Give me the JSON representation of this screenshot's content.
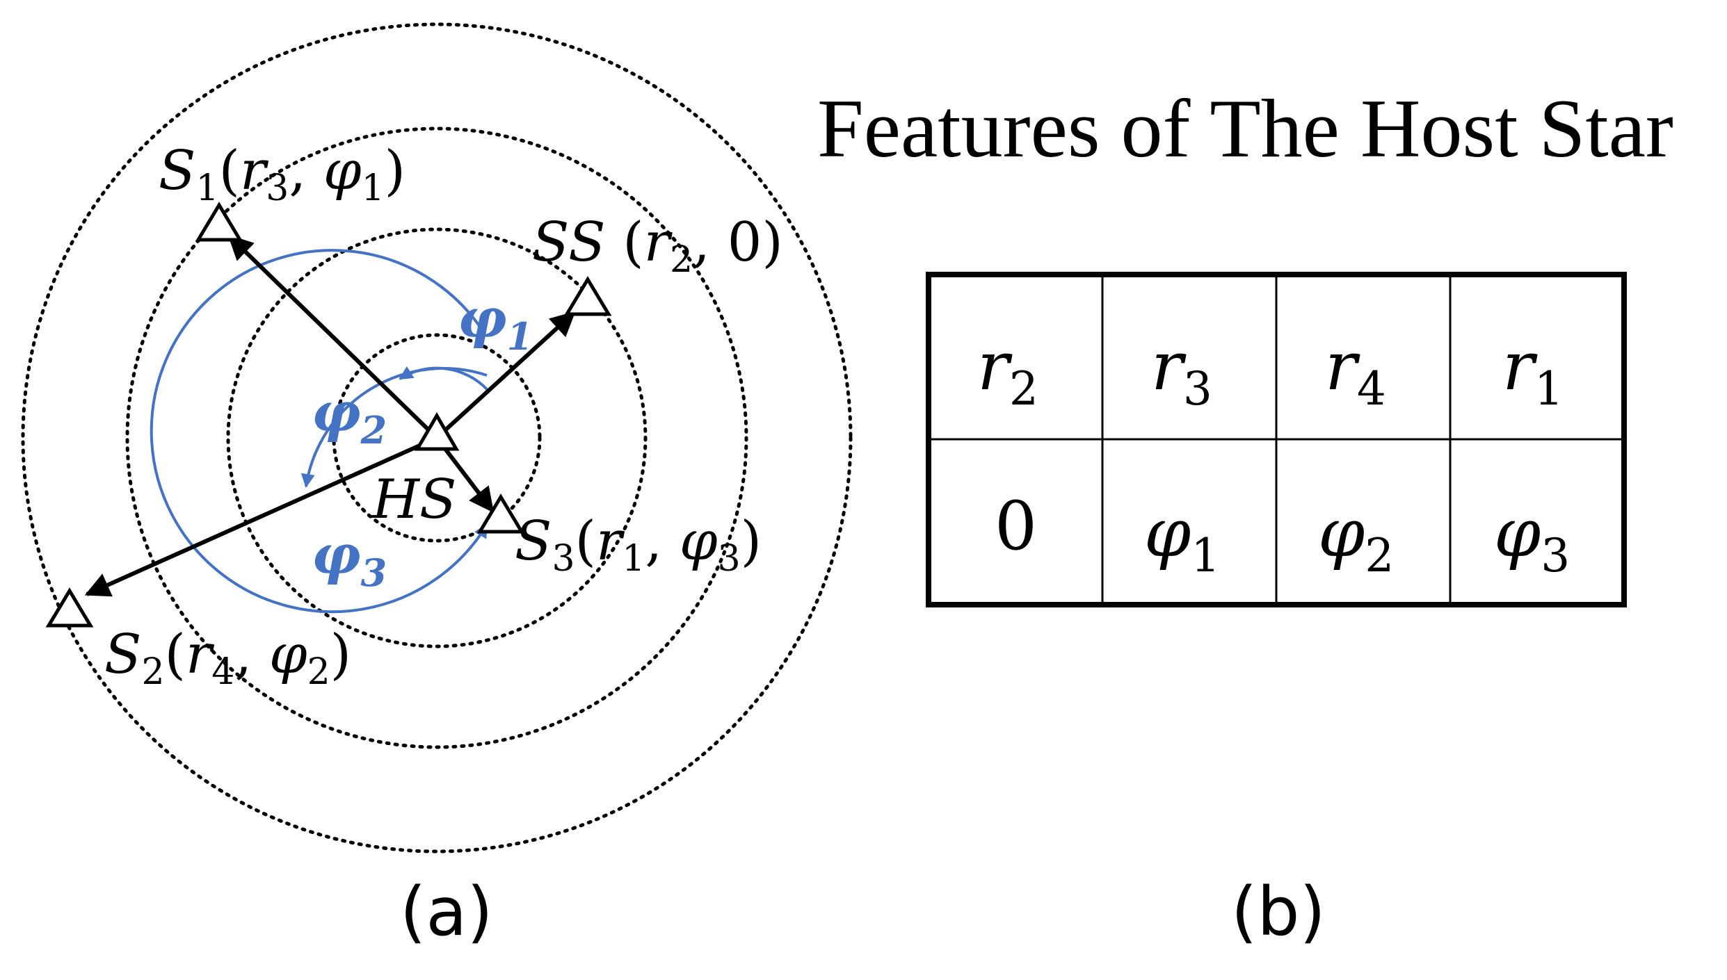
{
  "panel_a": {
    "caption": "(a)",
    "host_star_label": "HS",
    "stars": [
      {
        "id": "SS",
        "label": "SS",
        "coords": "(r2, 0)",
        "coord_sub": "2",
        "coord_r": "r",
        "coord_phi": "0"
      },
      {
        "id": "S1",
        "label": "S",
        "sub": "1",
        "coord_r": "r",
        "coord_r_sub": "3",
        "coord_phi": "φ",
        "coord_phi_sub": "1"
      },
      {
        "id": "S2",
        "label": "S",
        "sub": "2",
        "coord_r": "r",
        "coord_r_sub": "4",
        "coord_phi": "φ",
        "coord_phi_sub": "2"
      },
      {
        "id": "S3",
        "label": "S",
        "sub": "3",
        "coord_r": "r",
        "coord_r_sub": "1",
        "coord_phi": "φ",
        "coord_phi_sub": "3"
      }
    ],
    "angles": [
      {
        "symbol": "φ",
        "sub": "1"
      },
      {
        "symbol": "φ",
        "sub": "2"
      },
      {
        "symbol": "φ",
        "sub": "3"
      }
    ],
    "colors": {
      "angle_arc": "#4472c4",
      "lines": "#000000"
    }
  },
  "panel_b": {
    "title": "Features of The Host Star",
    "caption": "(b)",
    "row1": [
      {
        "sym": "r",
        "sub": "2"
      },
      {
        "sym": "r",
        "sub": "3"
      },
      {
        "sym": "r",
        "sub": "4"
      },
      {
        "sym": "r",
        "sub": "1"
      }
    ],
    "row2": [
      {
        "sym": "0",
        "sub": ""
      },
      {
        "sym": "φ",
        "sub": "1"
      },
      {
        "sym": "φ",
        "sub": "2"
      },
      {
        "sym": "φ",
        "sub": "3"
      }
    ]
  }
}
